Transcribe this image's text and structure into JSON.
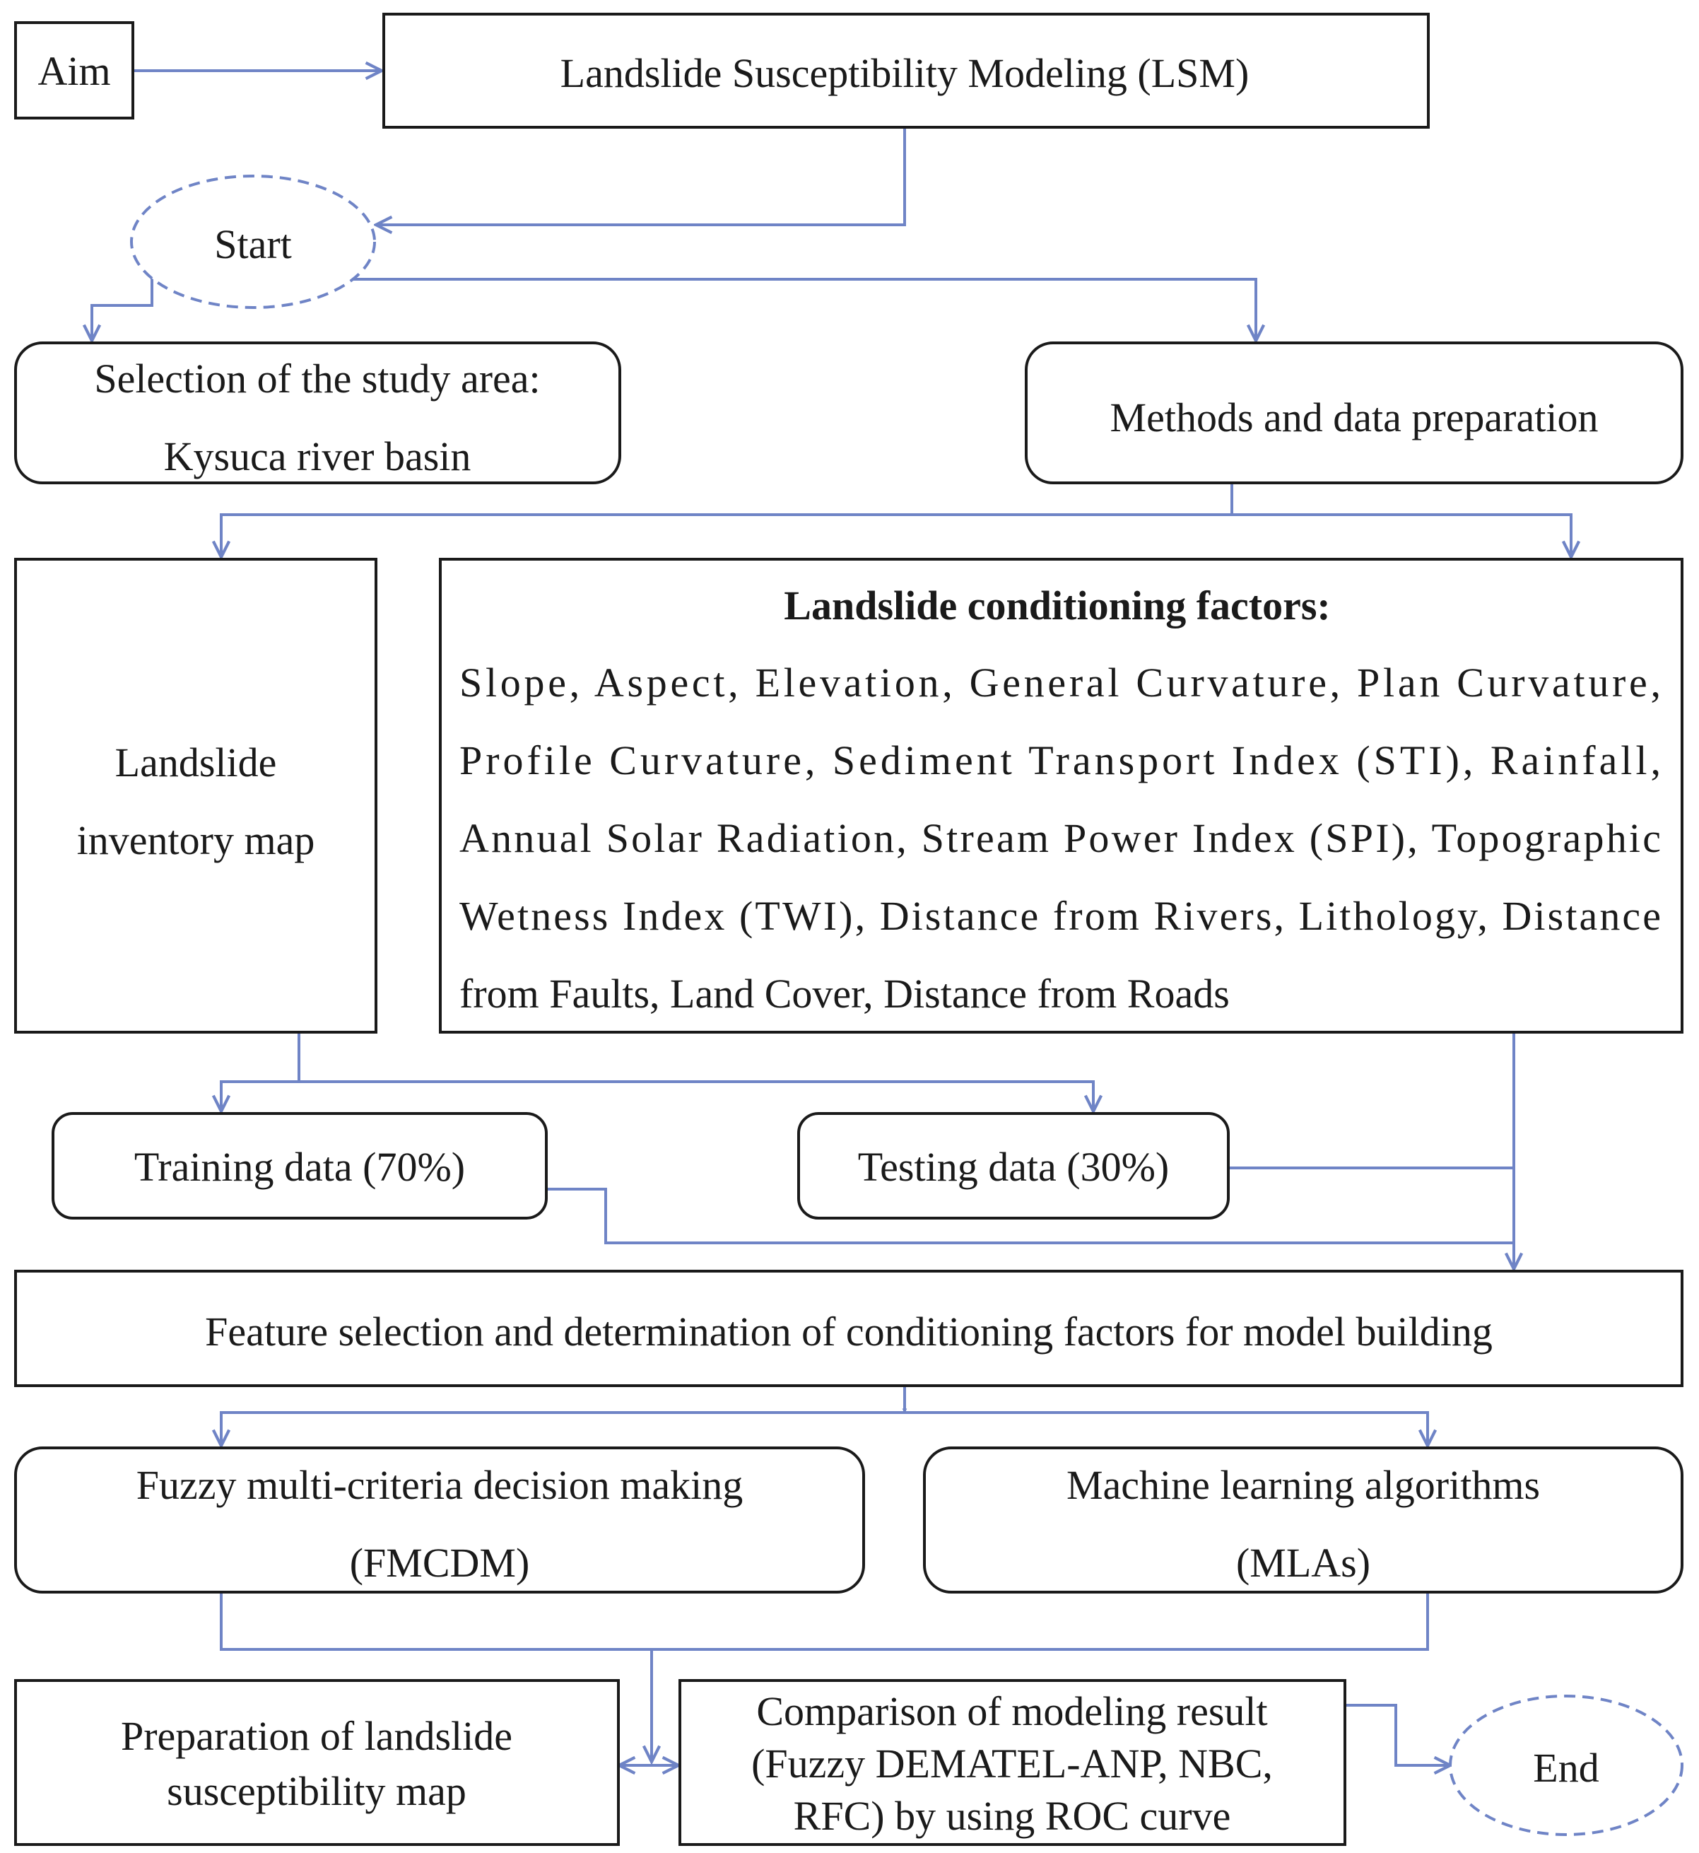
{
  "colors": {
    "connector": "#6f84c6",
    "border": "#1a1a1a",
    "text": "#1a1a1a"
  },
  "nodes": {
    "aim": [
      "Aim"
    ],
    "lsm": [
      "Landslide Susceptibility Modeling (LSM)"
    ],
    "start": [
      "Start"
    ],
    "study_area": [
      "Selection of the study area:",
      "Kysuca river basin"
    ],
    "methods": [
      "Methods and data preparation"
    ],
    "inventory": [
      "Landslide",
      "inventory map"
    ],
    "conditioning_title": [
      "Landslide conditioning factors:"
    ],
    "conditioning_body": [
      "Slope, Aspect, Elevation, General Curvature, Plan Curvature,",
      "Profile Curvature, Sediment Transport Index (STI), Rainfall,",
      "Annual Solar Radiation, Stream Power Index (SPI), Topographic",
      "Wetness Index (TWI), Distance from Rivers, Lithology, Distance",
      "from Faults, Land Cover, Distance from Roads"
    ],
    "training": [
      "Training data  (70%)"
    ],
    "testing": [
      "Testing data (30%)"
    ],
    "feature": [
      "Feature selection and determination of conditioning factors for model building"
    ],
    "fmcdm": [
      "Fuzzy multi-criteria decision making",
      "(FMCDM)"
    ],
    "mla": [
      "Machine learning algorithms",
      "(MLAs)"
    ],
    "prep": [
      "Preparation of landslide",
      "susceptibility map"
    ],
    "comparison": [
      "Comparison of modeling result",
      "(Fuzzy DEMATEL-ANP, NBC,",
      "RFC) by using ROC curve"
    ],
    "end": [
      "End"
    ]
  }
}
